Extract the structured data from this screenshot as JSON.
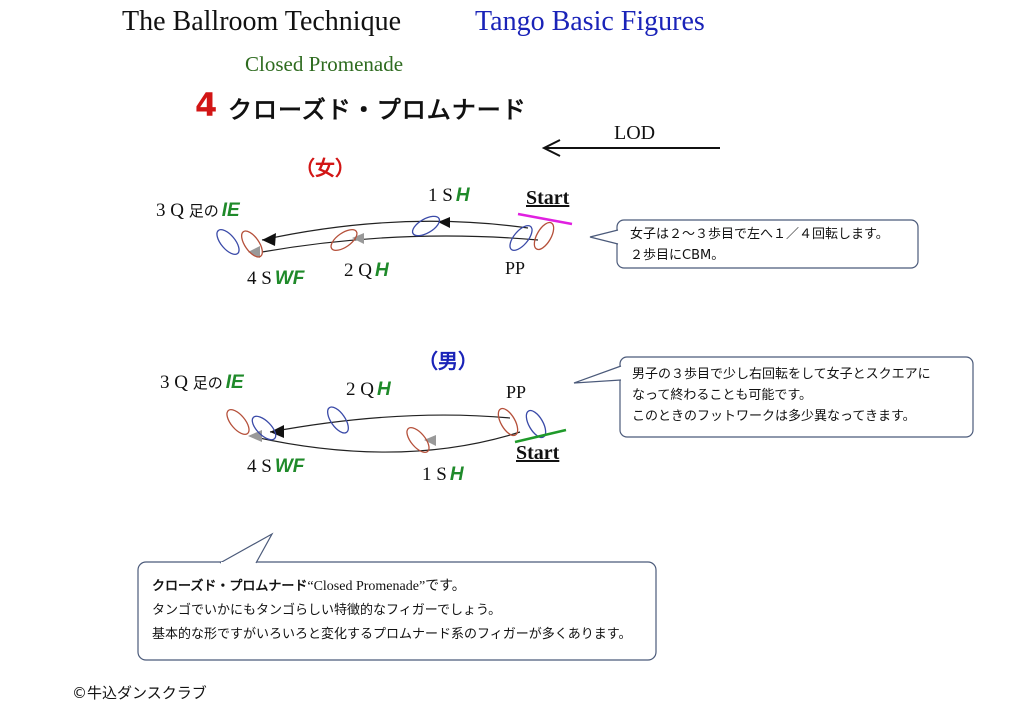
{
  "header": {
    "title_main": "The Ballroom Technique",
    "title_dance": "Tango   Basic Figures",
    "figure_name_en": "Closed Promenade",
    "figure_number": "4",
    "figure_name_jp": "クローズド・プロムナード"
  },
  "lod_label": "LOD",
  "woman": {
    "heading": "（女）",
    "start_label": "Start",
    "pp_label": "PP",
    "steps": [
      {
        "step": "1 S",
        "footwork": "H"
      },
      {
        "step": "2 Q",
        "footwork": "H"
      },
      {
        "step": "3 Q",
        "note": "足の",
        "footwork": "IE"
      },
      {
        "step": "4 S",
        "footwork": "WF"
      }
    ],
    "callout": [
      "女子は２〜３歩目で左へ１／４回転します。",
      "２歩目にCBM。"
    ]
  },
  "man": {
    "heading": "（男）",
    "start_label": "Start",
    "pp_label": "PP",
    "steps": [
      {
        "step": "1 S",
        "footwork": "H"
      },
      {
        "step": "2 Q",
        "footwork": "H"
      },
      {
        "step": "3 Q",
        "note": "足の",
        "footwork": "IE"
      },
      {
        "step": "4 S",
        "footwork": "WF"
      }
    ],
    "callout": [
      "男子の３歩目で少し右回転をして女子とスクエアに",
      "なって終わることも可能です。",
      "このときのフットワークは多少異なってきます。"
    ]
  },
  "description": {
    "line1_bold": "クローズド・プロムナード",
    "line1_rest": "“Closed Promenade”です。",
    "line2": "タンゴでいかにもタンゴらしい特徴的なフィガーでしょう。",
    "line3": "基本的な形ですがいろいろと変化するプロムナード系のフィガーが多くあります。"
  },
  "copyright": "©牛込ダンスクラブ",
  "colors": {
    "title_blue": "#1a23b8",
    "subtitle_green": "#2e6b1f",
    "number_red": "#d21515",
    "footwork_green": "#1f8a2a",
    "woman_start_line": "#e020e0",
    "man_start_line": "#1f9a2a",
    "foot_red": "#b5503a",
    "foot_blue": "#3a4aa8"
  }
}
